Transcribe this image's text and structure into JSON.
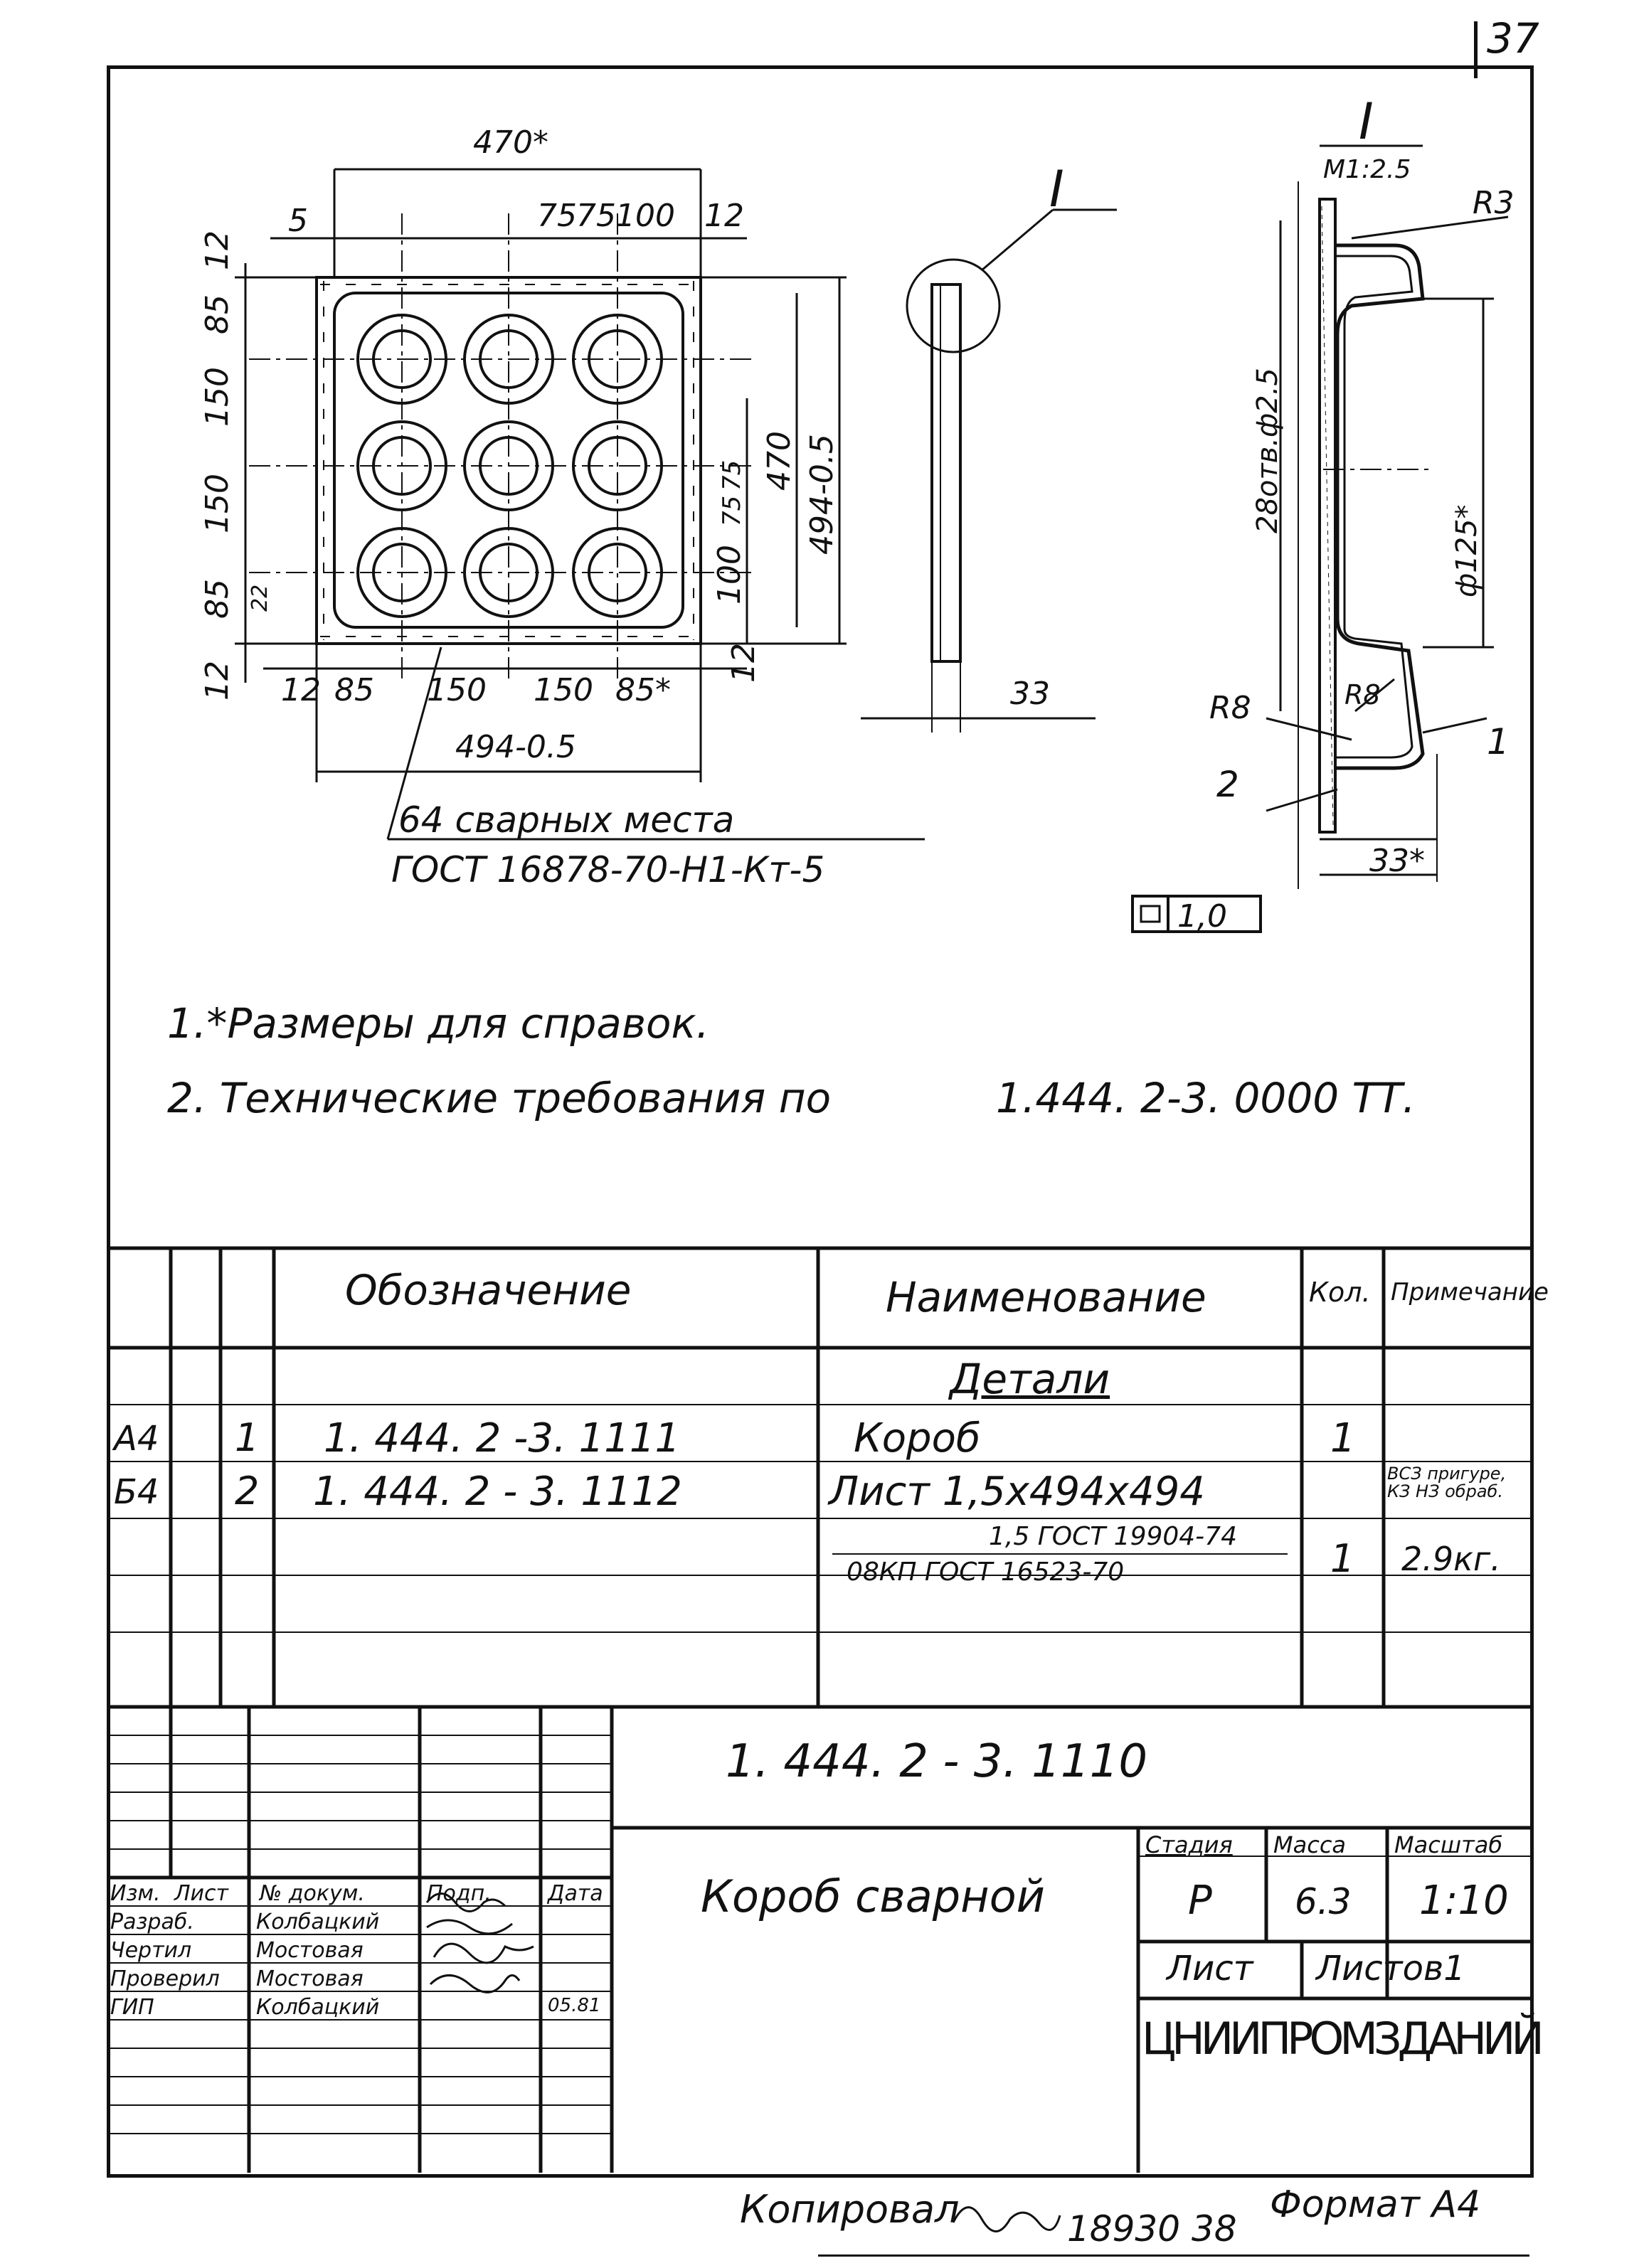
{
  "page_number": "37",
  "drawing": {
    "overall_top_dim": "470*",
    "top_dims": [
      "5",
      "75",
      "75",
      "100",
      "12"
    ],
    "left_dims": [
      "12",
      "85",
      "150",
      "150",
      "85",
      "12"
    ],
    "small_dim": "22",
    "bottom_dims": [
      "12",
      "85",
      "150",
      "150",
      "85*"
    ],
    "bottom_overall": "494-0.5",
    "right_dims": [
      "100",
      "75",
      "75",
      "470",
      "494-0.5",
      "12"
    ],
    "weld_note_1": "64 сварных места",
    "weld_note_2": "ГОСТ 16878-70-Н1-Кт-5",
    "view_label": "I",
    "side_dim": "33",
    "detail_label": "I",
    "detail_scale": "М1:2.5",
    "detail_r3": "R3",
    "detail_holes": "28отв.ф2.5",
    "detail_diam": "ф125*",
    "detail_r8a": "R8",
    "detail_r8b": "R8",
    "detail_pos1": "1",
    "detail_pos2": "2",
    "detail_dim33": "33*",
    "flatness_value": "1,0"
  },
  "notes": {
    "note1": "1.*Размеры для справок.",
    "note2": "2. Технические требования по",
    "note2_ref": "1.444. 2-3. 0000 ТТ."
  },
  "spec_table": {
    "headers": {
      "designation": "Обозначение",
      "name": "Наименование",
      "qty": "Кол.",
      "note": "Примечание"
    },
    "section": "Детали",
    "rows": [
      {
        "format": "А4",
        "pos": "1",
        "designation": "1. 444. 2 -3. 1111",
        "name": "Короб",
        "qty": "1",
        "note": ""
      },
      {
        "format": "Б4",
        "pos": "2",
        "designation": "1. 444. 2 - 3. 1112",
        "name": "Лист 1,5х494х494",
        "qty": "",
        "note": "ВСЗ пригуре, КЗ НЗ обраб."
      },
      {
        "format": "",
        "pos": "",
        "designation": "",
        "name_num": "1,5 ГОСТ 19904-74",
        "name_den": "08КП ГОСТ 16523-70",
        "qty": "1",
        "note": "2.9кг."
      }
    ]
  },
  "title_block": {
    "doc_number": "1. 444. 2 - 3. 1110",
    "title": "Короб сварной",
    "col_labels": {
      "izm": "Изм.",
      "list": "Лист",
      "doc": "№ докум.",
      "sign": "Подп.",
      "date": "Дата"
    },
    "roles": [
      {
        "role": "Разраб.",
        "name": "Колбацкий"
      },
      {
        "role": "Чертил",
        "name": "Мостовая"
      },
      {
        "role": "Проверил",
        "name": "Мостовая"
      },
      {
        "role": "ГИП",
        "name": "Колбацкий",
        "date": "05.81"
      }
    ],
    "stage_label": "Стадия",
    "mass_label": "Масса",
    "scale_label": "Масштаб",
    "stage": "Р",
    "mass": "6.3",
    "scale": "1:10",
    "sheet_label": "Лист",
    "sheets_label": "Листов1",
    "organization": "ЦНИИПРОМЗДАНИЙ"
  },
  "footer": {
    "copied": "Копировал",
    "inv": "18930 38",
    "format": "Формат А4"
  }
}
